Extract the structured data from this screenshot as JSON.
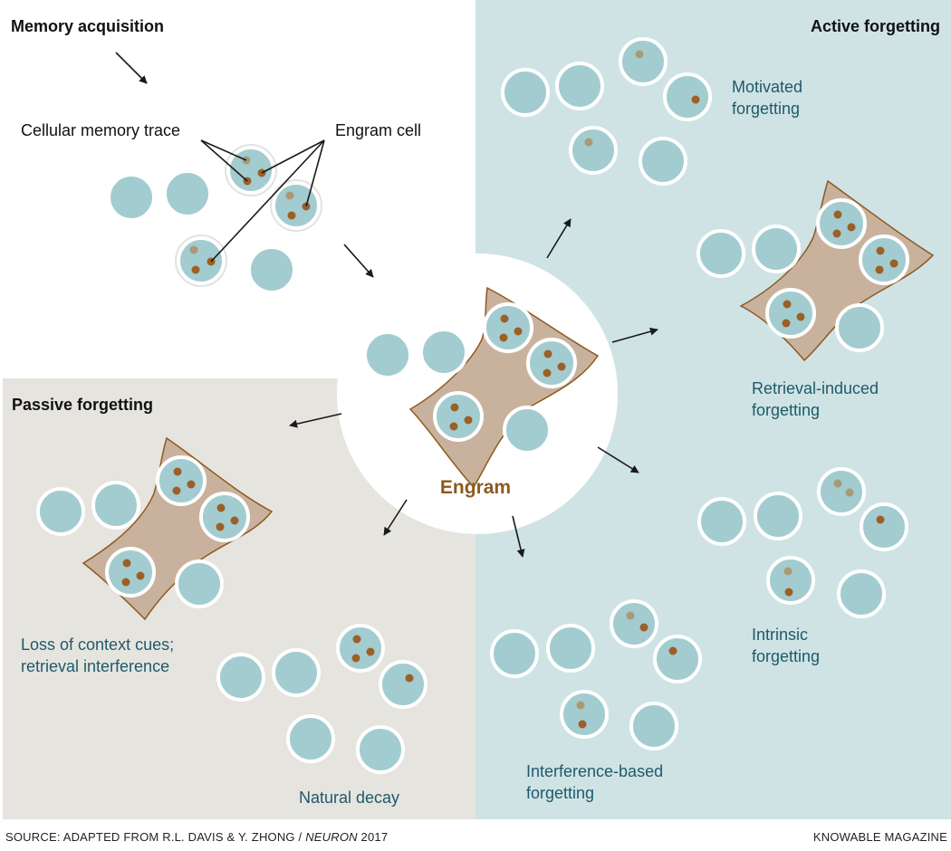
{
  "labels": {
    "memory_acquisition": "Memory acquisition",
    "active_forgetting": "Active forgetting",
    "passive_forgetting": "Passive forgetting",
    "cellular_memory_trace": "Cellular memory trace",
    "engram_cell": "Engram cell",
    "engram": "Engram",
    "motivated_1": "Motivated",
    "motivated_2": "forgetting",
    "retrieval_1": "Retrieval-induced",
    "retrieval_2": "forgetting",
    "intrinsic_1": "Intrinsic",
    "intrinsic_2": "forgetting",
    "interference_1": "Interference-based",
    "interference_2": "forgetting",
    "loss_1": "Loss of context cues;",
    "loss_2": "retrieval interference",
    "natural_decay": "Natural decay"
  },
  "footer": {
    "source_prefix": "SOURCE: ADAPTED FROM R.L. DAVIS & Y. ZHONG / ",
    "source_journal": "NEURON",
    "source_year": " 2017",
    "credit": "KNOWABLE MAGAZINE"
  },
  "colors": {
    "active_bg": "#cfe3e5",
    "passive_bg": "#e6e4df",
    "cell_fill": "#a3ccd0",
    "engram_fill": "#c9b29d",
    "engram_stroke": "#8c5a1e",
    "dot": "#9c5f25",
    "faded_dot": "#a89a72",
    "label_blue": "#1e5a6a"
  }
}
